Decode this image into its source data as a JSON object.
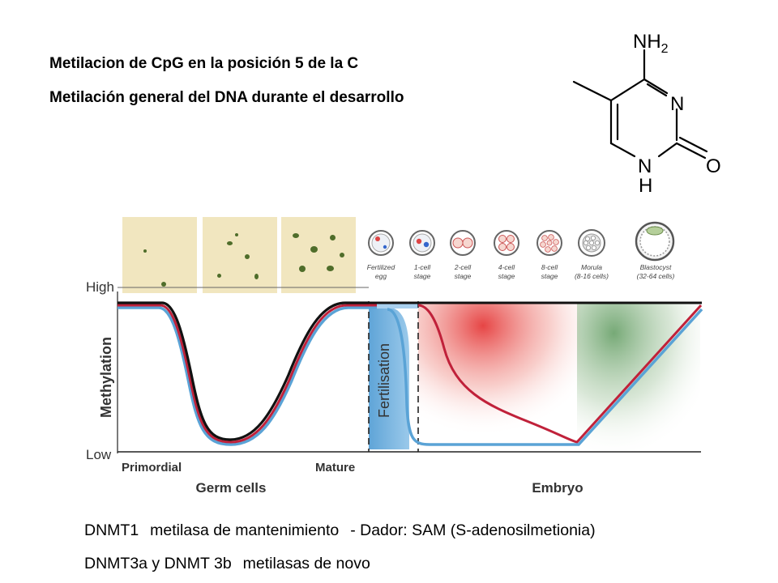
{
  "titles": [
    "Metilacion de CpG en la posición 5 de la C",
    "Metilación general del DNA durante el desarrollo"
  ],
  "molecule": {
    "nh2_main": "NH",
    "nh2_sub": "2",
    "n_ring": "N",
    "nh_ring": "N",
    "h": "H",
    "o": "O"
  },
  "diagram": {
    "y_axis_label": "Methylation",
    "y_high": "High",
    "y_low": "Low",
    "x_left": "Primordial",
    "x_mid": "Mature",
    "group_left": "Germ cells",
    "group_right": "Embryo",
    "fertilisation": "Fertilisation",
    "stages": [
      [
        "Fertilized",
        "egg"
      ],
      [
        "1-cell",
        "stage"
      ],
      [
        "2-cell",
        "stage"
      ],
      [
        "4-cell",
        "stage"
      ],
      [
        "8-cell",
        "stage"
      ],
      [
        "Morula",
        "(8-16 cells)"
      ],
      [
        "Blastocyst",
        "(32-64 cells)"
      ]
    ],
    "colors": {
      "black_curve": "#111111",
      "red_curve": "#c0213a",
      "blue_curve": "#5aa3d6",
      "red_zone": "#e53b3b",
      "green_zone": "#5e9a5e"
    }
  },
  "notes": {
    "line1": {
      "enzyme": "DNMT1",
      "role": "metilasa de mantenimiento",
      "donor": "- Dador: SAM (S-adenosilmetionia)"
    },
    "line2": {
      "enzymes": "DNMT3a y DNMT 3b",
      "role": "metilasas de novo"
    }
  }
}
